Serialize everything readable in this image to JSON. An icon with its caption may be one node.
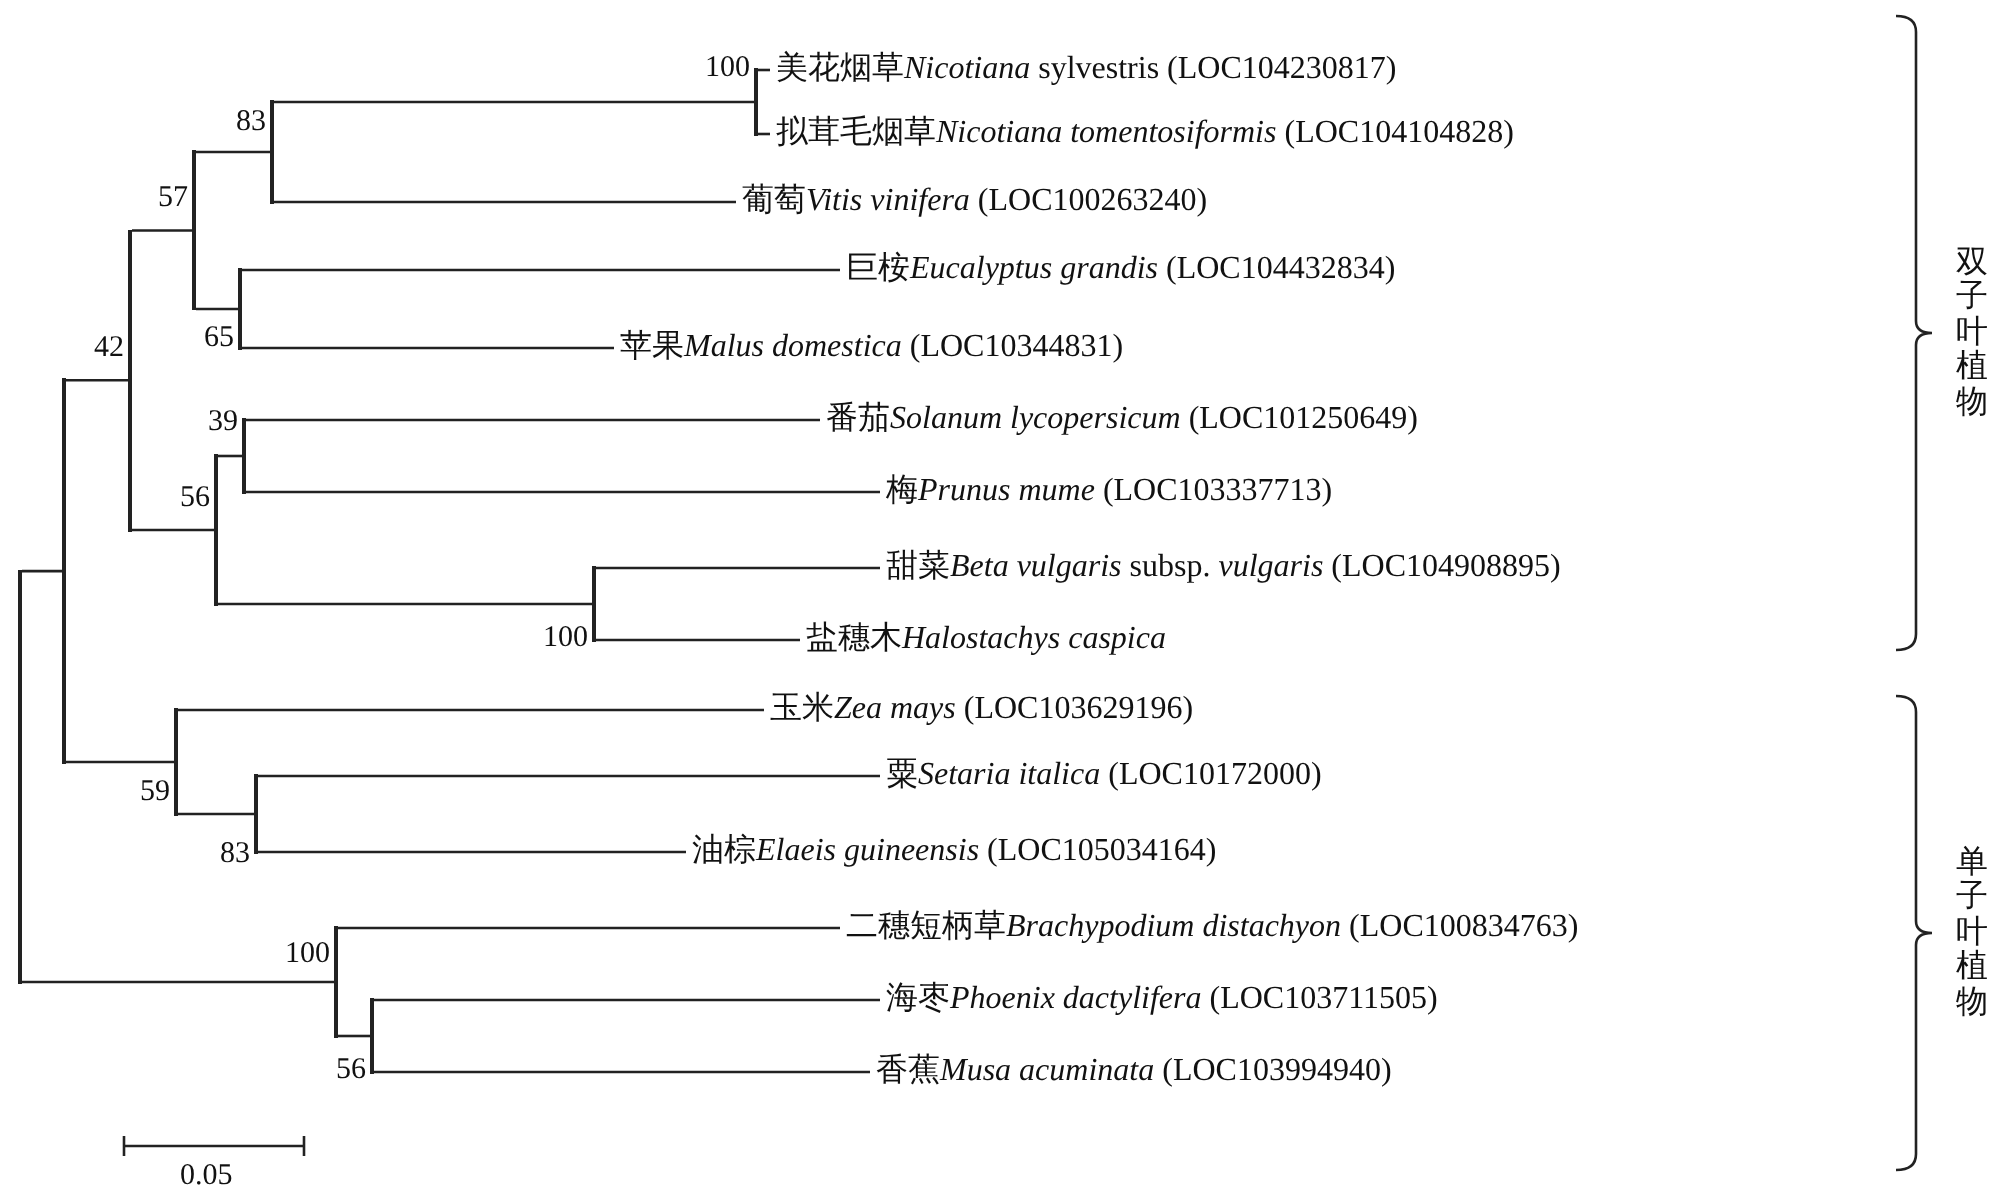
{
  "diagram": {
    "nodes": [
      {
        "text": [
          "美花烟草",
          "*Nicotiana* sylvestris (LOC104230817)"
        ]
      },
      {
        "text": [
          "拟茸毛烟草",
          "*Nicotiana tomentosiformis* (LOC104104828)"
        ]
      },
      {
        "text": [
          "葡萄",
          "*Vitis vinifera* (LOC100263240)"
        ]
      },
      {
        "text": [
          "巨桉",
          "*Eucalyptus grandis* (LOC104432834)"
        ]
      },
      {
        "text": [
          "苹果",
          "*Malus domestica* (LOC10344831)"
        ]
      },
      {
        "text": [
          "番茄",
          "*Solanum lycopersicum* (LOC101250649)"
        ]
      },
      {
        "text": [
          "梅",
          "*Prunus mume* (LOC103337713)"
        ]
      },
      {
        "text": [
          "甜菜",
          "*Beta vulgaris* subsp. *vulgaris* (LOC104908895)"
        ]
      },
      {
        "text": [
          "盐穗木",
          "*Halostachys caspica*"
        ]
      },
      {
        "text": [
          "玉米",
          "*Zea mays* (LOC103629196)"
        ]
      },
      {
        "text": [
          "粟",
          "*Setaria italica* (LOC10172000)"
        ]
      },
      {
        "text": [
          "油棕",
          "*Elaeis guineensis* (LOC105034164)"
        ]
      },
      {
        "text": [
          "二穗短柄草",
          "*Brachypodium distachyon* (LOC100834763)"
        ]
      },
      {
        "text": [
          "海枣",
          "*Phoenix dactylifera* (LOC103711505)"
        ]
      },
      {
        "text": [
          "香蕉",
          "*Musa acuminata* (LOC103994940)"
        ]
      },
      {
        "text": [],
        "shape": "bar"
      },
      {
        "text": [],
        "shape": "bar"
      },
      {
        "text": [],
        "shape": "bar",
        "beside": [
          "42"
        ]
      },
      {
        "text": [],
        "shape": "bar",
        "beside": [
          "57"
        ]
      },
      {
        "text": [],
        "shape": "bar",
        "beside": [
          "83"
        ]
      },
      {
        "text": [],
        "shape": "bar",
        "beside": [
          "100"
        ]
      },
      {
        "text": [],
        "shape": "bar",
        "beside": [
          "65"
        ]
      },
      {
        "text": [],
        "shape": "bar",
        "beside": [
          "56"
        ]
      },
      {
        "text": [],
        "shape": "bar",
        "beside": [
          "39"
        ]
      },
      {
        "text": [],
        "shape": "bar",
        "beside": [
          "100"
        ]
      },
      {
        "text": [],
        "shape": "bar",
        "beside": [
          "59"
        ]
      },
      {
        "text": [],
        "shape": "bar",
        "beside": [
          "83"
        ]
      },
      {
        "text": [],
        "shape": "bar",
        "beside": [
          "100"
        ]
      },
      {
        "text": [],
        "shape": "bar",
        "beside": [
          "56"
        ]
      }
    ],
    "edges": [
      {
        "from": 15,
        "to": 16,
        "arrow": "none"
      },
      {
        "from": 15,
        "to": 27,
        "arrow": "none"
      },
      {
        "from": 16,
        "to": 17,
        "arrow": "none"
      },
      {
        "from": 16,
        "to": 25,
        "arrow": "none"
      },
      {
        "from": 17,
        "to": 18,
        "arrow": "none"
      },
      {
        "from": 17,
        "to": 22,
        "arrow": "none"
      },
      {
        "from": 18,
        "to": 19,
        "arrow": "none"
      },
      {
        "from": 18,
        "to": 21,
        "arrow": "none"
      },
      {
        "from": 19,
        "to": 20,
        "arrow": "none"
      },
      {
        "from": 19,
        "to": 2,
        "arrow": "none"
      },
      {
        "from": 20,
        "to": 0,
        "arrow": "none"
      },
      {
        "from": 20,
        "to": 1,
        "arrow": "none"
      },
      {
        "from": 21,
        "to": 3,
        "arrow": "none"
      },
      {
        "from": 21,
        "to": 4,
        "arrow": "none"
      },
      {
        "from": 22,
        "to": 23,
        "arrow": "none"
      },
      {
        "from": 22,
        "to": 24,
        "arrow": "none"
      },
      {
        "from": 23,
        "to": 5,
        "arrow": "none"
      },
      {
        "from": 23,
        "to": 6,
        "arrow": "none"
      },
      {
        "from": 24,
        "to": 7,
        "arrow": "none"
      },
      {
        "from": 24,
        "to": 8,
        "arrow": "none"
      },
      {
        "from": 25,
        "to": 9,
        "arrow": "none"
      },
      {
        "from": 25,
        "to": 26,
        "arrow": "none"
      },
      {
        "from": 26,
        "to": 10,
        "arrow": "none"
      },
      {
        "from": 26,
        "to": 11,
        "arrow": "none"
      },
      {
        "from": 27,
        "to": 12,
        "arrow": "none"
      },
      {
        "from": 27,
        "to": 28,
        "arrow": "none"
      },
      {
        "from": 28,
        "to": 13,
        "arrow": "none"
      },
      {
        "from": 28,
        "to": 14,
        "arrow": "none"
      }
    ],
    "labels": [
      "0.05",
      "双子叶植物",
      "单子叶植物"
    ]
  }
}
